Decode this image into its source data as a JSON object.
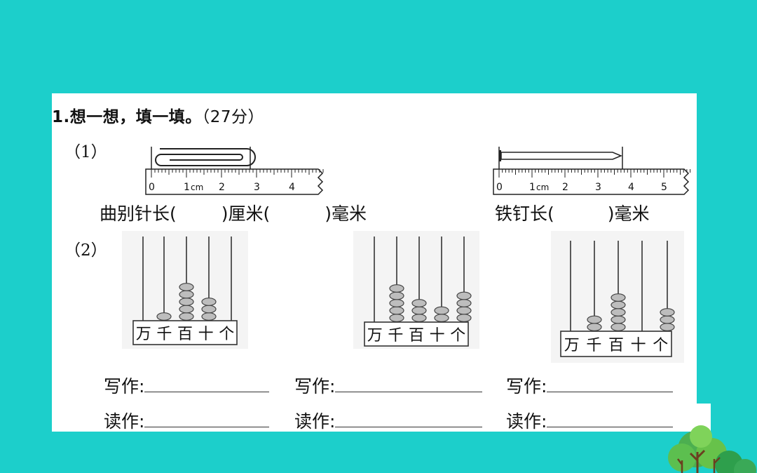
{
  "title": {
    "text": "1.想一想，填一填。",
    "points": "（27分）"
  },
  "q1": {
    "label": "（1）",
    "ruler_left": {
      "ticks": [
        "0",
        "1",
        "2",
        "3",
        "4"
      ],
      "unit": "cm"
    },
    "ruler_right": {
      "ticks": [
        "0",
        "1",
        "2",
        "3",
        "4",
        "5"
      ],
      "unit": "cm"
    },
    "paperclip_fill": {
      "prefix": "曲别针长(",
      "mid": ")厘米(",
      "suffix": ")毫米"
    },
    "nail_fill": {
      "prefix": "铁钉长(",
      "suffix": ")毫米"
    }
  },
  "q2": {
    "label": "（2）",
    "abacus_labels": [
      "万",
      "千",
      "百",
      "十",
      "个"
    ],
    "abacus": [
      {
        "beads": [
          0,
          1,
          5,
          3,
          0
        ]
      },
      {
        "beads": [
          0,
          5,
          3,
          2,
          4
        ]
      },
      {
        "beads": [
          0,
          2,
          5,
          0,
          3
        ]
      }
    ],
    "write_label": "写作:",
    "read_label": "读作:"
  }
}
